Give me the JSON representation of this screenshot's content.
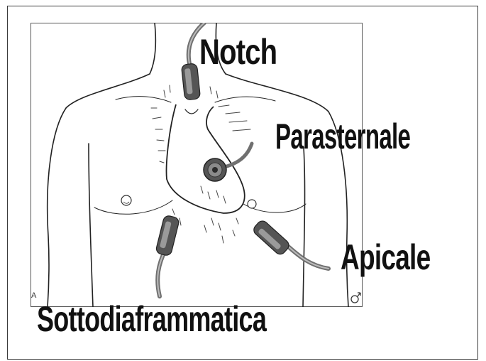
{
  "labels": {
    "notch": "Notch",
    "parasternale": "Parasternale",
    "apicale": "Apicale",
    "sottodiaframmatica": "Sottodiaframmatica"
  },
  "corner_mark": "A",
  "colors": {
    "text": "#111111",
    "outline": "#222222",
    "probe_dark": "#555555",
    "probe_light": "#9a9a9a",
    "cable": "#707070",
    "background": "#ffffff"
  },
  "icons": [
    "probe-icon",
    "male-symbol-icon"
  ]
}
